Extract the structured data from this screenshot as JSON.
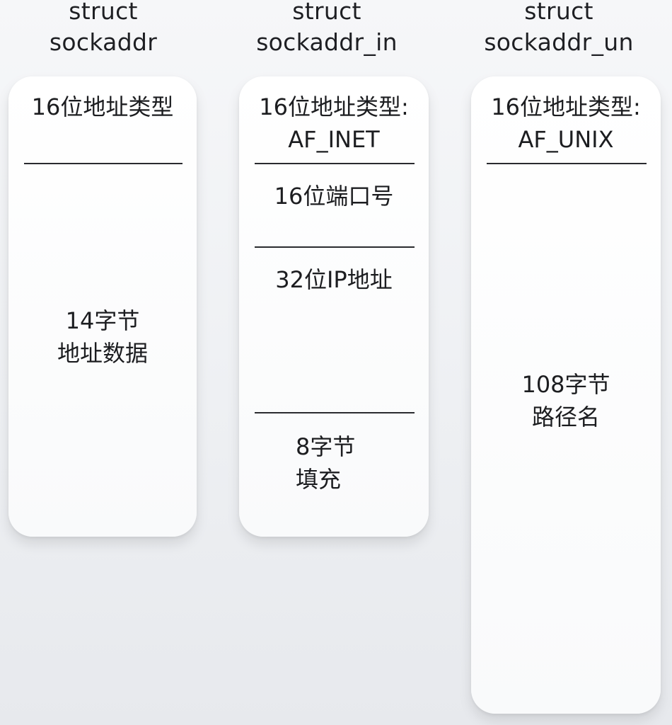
{
  "columns": [
    {
      "title_line1": "struct",
      "title_line2": "sockaddr",
      "field1_line1": "16位地址类型",
      "field1_line2": "",
      "data_line1": "14字节",
      "data_line2": "地址数据"
    },
    {
      "title_line1": "struct",
      "title_line2": "sockaddr_in",
      "field1_line1": "16位地址类型:",
      "field1_line2": "AF_INET",
      "port": "16位端口号",
      "ip": "32位IP地址",
      "pad_line1": "8字节",
      "pad_line2": "填充"
    },
    {
      "title_line1": "struct",
      "title_line2": "sockaddr_un",
      "field1_line1": "16位地址类型:",
      "field1_line2": "AF_UNIX",
      "path_line1": "108字节",
      "path_line2": "路径名"
    }
  ]
}
